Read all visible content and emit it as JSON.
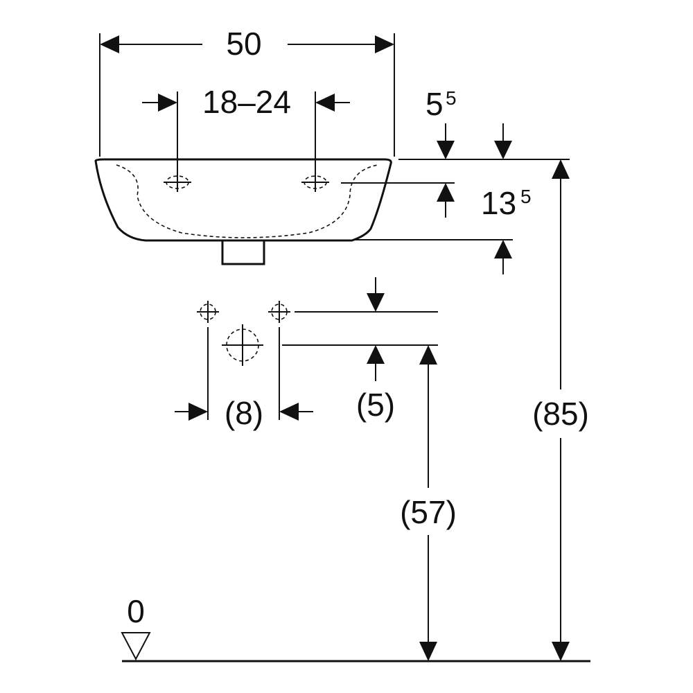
{
  "diagram": {
    "width_label": "50",
    "tap_spacing_label": "18–24",
    "rim_label_main": "5",
    "rim_label_sup": "5",
    "overflow_label_main": "13",
    "overflow_label_sup": "5",
    "supply_spacing_label": "(8)",
    "supply_drain_offset_label": "(5)",
    "drain_height_label": "(57)",
    "rim_height_label": "(85)",
    "floor_level_label": "0"
  }
}
